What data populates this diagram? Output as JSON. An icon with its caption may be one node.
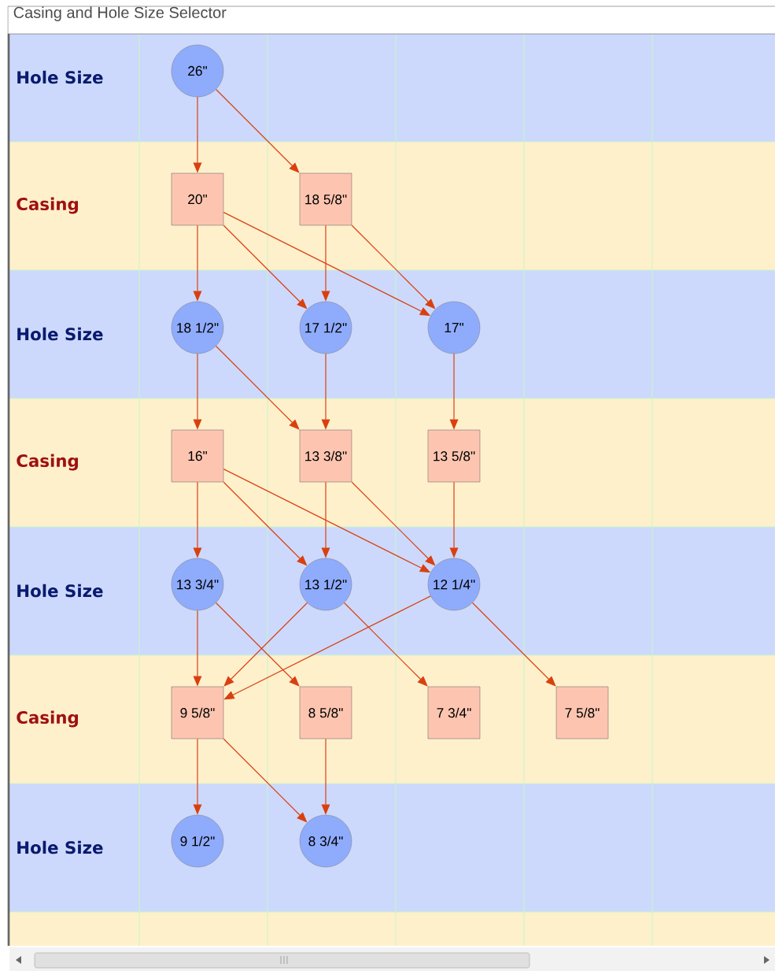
{
  "diagram": {
    "title": "Casing and Hole Size Selector",
    "nodes": [
      {
        "text": [
          "26\""
        ]
      },
      {
        "text": [
          "20\""
        ]
      },
      {
        "text": [
          "18 5/8\""
        ]
      },
      {
        "text": [
          "18 1/2\""
        ]
      },
      {
        "text": [
          "17 1/2\""
        ]
      },
      {
        "text": [
          "17\""
        ]
      },
      {
        "text": [
          "16\""
        ]
      },
      {
        "text": [
          "13 3/8\""
        ]
      },
      {
        "text": [
          "13 5/8\""
        ]
      },
      {
        "text": [
          "13 3/4\""
        ]
      },
      {
        "text": [
          "13 1/2\""
        ]
      },
      {
        "text": [
          "12 1/4\""
        ]
      },
      {
        "text": [
          "9 5/8\""
        ]
      },
      {
        "text": [
          "8 5/8\""
        ]
      },
      {
        "text": [
          "7 3/4\""
        ]
      },
      {
        "text": [
          "7 5/8\""
        ]
      },
      {
        "text": [
          "9 1/2\""
        ]
      },
      {
        "text": [
          "8 3/4\""
        ]
      }
    ],
    "edges": [
      {
        "from": 0,
        "to": 1,
        "arrow": "to"
      },
      {
        "from": 0,
        "to": 2,
        "arrow": "to"
      },
      {
        "from": 1,
        "to": 3,
        "arrow": "to"
      },
      {
        "from": 1,
        "to": 4,
        "arrow": "to"
      },
      {
        "from": 1,
        "to": 5,
        "arrow": "to"
      },
      {
        "from": 2,
        "to": 4,
        "arrow": "to"
      },
      {
        "from": 2,
        "to": 5,
        "arrow": "to"
      },
      {
        "from": 3,
        "to": 6,
        "arrow": "to"
      },
      {
        "from": 3,
        "to": 7,
        "arrow": "to"
      },
      {
        "from": 4,
        "to": 7,
        "arrow": "to"
      },
      {
        "from": 5,
        "to": 8,
        "arrow": "to"
      },
      {
        "from": 6,
        "to": 9,
        "arrow": "to"
      },
      {
        "from": 6,
        "to": 10,
        "arrow": "to"
      },
      {
        "from": 6,
        "to": 11,
        "arrow": "to"
      },
      {
        "from": 7,
        "to": 10,
        "arrow": "to"
      },
      {
        "from": 7,
        "to": 11,
        "arrow": "to"
      },
      {
        "from": 8,
        "to": 11,
        "arrow": "to"
      },
      {
        "from": 9,
        "to": 12,
        "arrow": "to"
      },
      {
        "from": 9,
        "to": 13,
        "arrow": "to"
      },
      {
        "from": 10,
        "to": 12,
        "arrow": "to"
      },
      {
        "from": 10,
        "to": 14,
        "arrow": "to"
      },
      {
        "from": 11,
        "to": 12,
        "arrow": "to"
      },
      {
        "from": 11,
        "to": 15,
        "arrow": "to"
      },
      {
        "from": 12,
        "to": 16,
        "arrow": "to"
      },
      {
        "from": 12,
        "to": 17,
        "arrow": "to"
      },
      {
        "from": 13,
        "to": 17,
        "arrow": "to"
      }
    ],
    "labels": [
      "Hole Size",
      "Casing",
      "Hole Size",
      "Casing",
      "Hole Size",
      "Casing",
      "Hole Size"
    ]
  }
}
